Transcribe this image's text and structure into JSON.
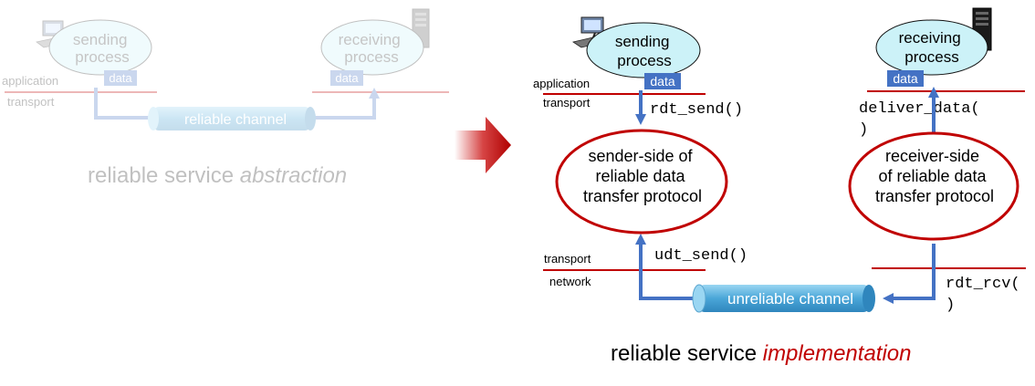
{
  "abstraction": {
    "sending_process": [
      "sending",
      "process"
    ],
    "receiving_process": [
      "receiving",
      "process"
    ],
    "data_left": "data",
    "data_right": "data",
    "layer_application": "application",
    "layer_transport": "transport",
    "channel": "reliable channel",
    "caption": "reliable service ",
    "caption_em": "abstraction"
  },
  "implementation": {
    "sending_process": [
      "sending",
      "process"
    ],
    "receiving_process": [
      "receiving",
      "process"
    ],
    "data_left": "data",
    "data_right": "data",
    "sender_layer_application": "application",
    "sender_layer_transport": "transport",
    "sender_layer_transport2": "transport",
    "sender_layer_network": "network",
    "rdt_send": "rdt_send()",
    "deliver_data_1": "deliver_data(",
    "deliver_data_2": ")",
    "udt_send": "udt_send()",
    "rdt_rcv_1": "rdt_rcv(",
    "rdt_rcv_2": ")",
    "sender_protocol": [
      "sender-side of",
      "reliable data",
      "transfer protocol"
    ],
    "receiver_protocol": [
      "receiver-side",
      "of reliable data",
      "transfer protocol"
    ],
    "channel": "unreliable channel",
    "caption": "reliable service ",
    "caption_em": "implementation"
  },
  "colors": {
    "accent_red": "#c00000",
    "arrow_blue": "#4472c4",
    "data_box": "#4472c4",
    "process_fill": "#ccf2f8",
    "channel_fill": "#5ab4e0",
    "faded_opacity": 0.25
  },
  "icons": {
    "sender_host": "computer-icon",
    "receiver_host": "server-icon",
    "transition": "right-arrow-icon"
  }
}
